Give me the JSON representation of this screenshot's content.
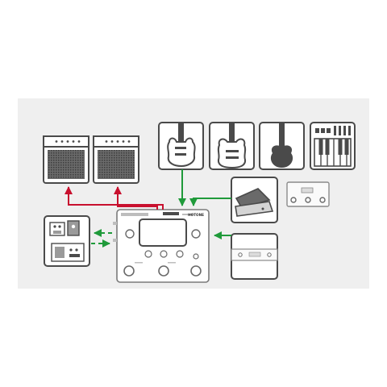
{
  "colors": {
    "background": "#ffffff",
    "panel": "#efefef",
    "stroke": "#4a4a4a",
    "device_fill": "#ffffff",
    "speaker_grille": "#5a5a5a",
    "output_arrow": "#c8102e",
    "input_arrow": "#1f9a3a",
    "fx_loop_dashed": "#1f9a3a"
  },
  "device": {
    "brand_mark": "HOTONE",
    "icons": [
      "multi-effects-processor-icon",
      "screen-icon",
      "footswitch-icon",
      "knob-icon"
    ]
  },
  "connections": {
    "outputs": [
      "amp-left",
      "amp-right"
    ],
    "inputs": [
      "electric-guitar",
      "electric-bass",
      "acoustic-guitar",
      "keyboard",
      "expression-pedal",
      "footswitch-controller",
      "audio-interface"
    ],
    "fx_loop": [
      "send",
      "return"
    ]
  },
  "icons": {
    "amp": "amplifier-icon",
    "electric_guitar": "electric-guitar-icon",
    "bass": "bass-guitar-icon",
    "acoustic": "acoustic-guitar-icon",
    "keyboard": "keyboard-icon",
    "expression_pedal": "expression-pedal-icon",
    "footswitch": "footswitch-controller-icon",
    "pedalboard": "pedalboard-icon",
    "interface": "audio-interface-icon"
  }
}
